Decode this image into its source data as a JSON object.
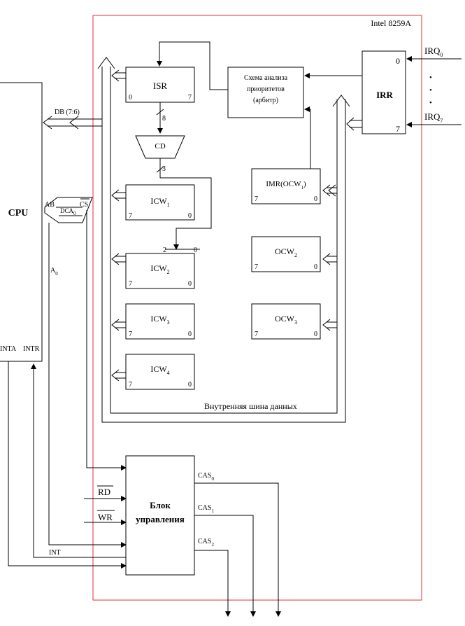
{
  "chip": {
    "label": "Intel 8259A",
    "border_color": "#e0303a"
  },
  "cpu": {
    "label": "CPU",
    "inta": "INTA",
    "intr": "INTR"
  },
  "buses": {
    "db": "DB (7:6)",
    "ab": "AB",
    "dca": "DCA",
    "dca_sub": "0",
    "cs": "CS",
    "a0": "A",
    "a0_sub": "0",
    "internal": "Внутренняя шина данных"
  },
  "irq": {
    "top": "IRQ",
    "top_sub": "0",
    "bottom": "IRQ",
    "bottom_sub": "7",
    "dots": "•"
  },
  "irr": {
    "label": "IRR",
    "bit0": "0",
    "bit7": "7"
  },
  "priority": {
    "line1": "Схема анализа",
    "line2": "приоритетов",
    "line3": "(арбитр)"
  },
  "isr": {
    "label": "ISR",
    "bit0": "0",
    "bit7": "7"
  },
  "cd": {
    "label": "CD",
    "width_in": "8",
    "width_out": "3"
  },
  "icw1": {
    "label": "ICW",
    "sub": "1",
    "left": "7",
    "right": "0"
  },
  "icw2": {
    "label": "ICW",
    "sub": "2",
    "left": "7",
    "right": "0",
    "mark_left": "2",
    "mark_right": "0"
  },
  "icw3": {
    "label": "ICW",
    "sub": "3",
    "left": "7",
    "right": "0"
  },
  "icw4": {
    "label": "ICW",
    "sub": "4",
    "left": "7",
    "right": "0"
  },
  "imr": {
    "label": "IMR(OCW",
    "sub": "1",
    "close": ")",
    "left": "7",
    "right": "0"
  },
  "ocw2": {
    "label": "OCW",
    "sub": "2",
    "left": "7",
    "right": "0"
  },
  "ocw3": {
    "label": "OCW",
    "sub": "3",
    "left": "7",
    "right": "0"
  },
  "control": {
    "line1": "Блок",
    "line2": "управления",
    "rd": "RD",
    "wr": "WR",
    "int": "INT"
  },
  "cas": [
    {
      "label": "CAS",
      "sub": "0"
    },
    {
      "label": "CAS",
      "sub": "1"
    },
    {
      "label": "CAS",
      "sub": "2"
    }
  ]
}
